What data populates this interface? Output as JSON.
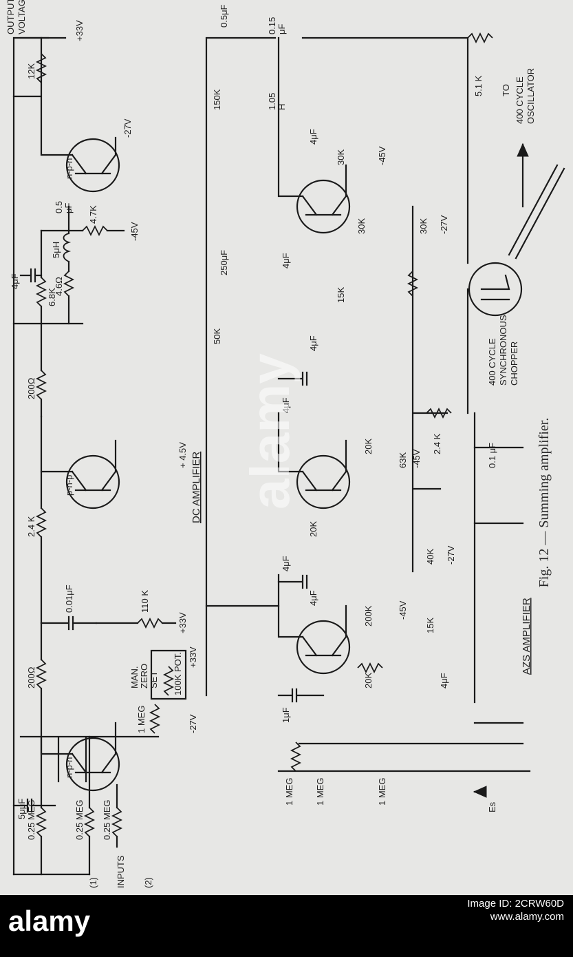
{
  "caption": "Fig. 12 — Summing amplifier.",
  "sections": {
    "dc": "DC AMPLIFIER",
    "azs": "AZS AMPLIFIER"
  },
  "labels": {
    "output": "OUTPUT",
    "voltage": "VOLTAGE",
    "inputs": "INPUTS",
    "in1": "(1)",
    "in2": "(2)",
    "npn": "n-p-n",
    "pnp": "p-n-p",
    "c5uuf": "5μμF",
    "r025a": "0.25 MEG",
    "r025b": "0.25 MEG",
    "r025c": "0.25 MEG",
    "r1a": "1 MEG",
    "r1b": "1 MEG",
    "r1c": "1 MEG",
    "r1d": "1 MEG",
    "man": "MAN.",
    "zero": "ZERO",
    "set": "SET",
    "pot": "100K POT.",
    "m27a": "-27V",
    "p33a": "+33V",
    "r200a": "200Ω",
    "r200b": "200Ω",
    "c001": "0.01μF",
    "r24k": "2.4 K",
    "r110k": "110 K",
    "p33b": "+33V",
    "p45": "+ 4.5V",
    "r46": "4.6Ω",
    "l5uh": "5μH",
    "c05a": "0.5",
    "c05b": "μF",
    "c4top": "4μF",
    "r68k": "6.8K",
    "r47k": "4.7K",
    "m45a": "-45V",
    "m27b": "-27V",
    "r12k": "12K",
    "p33c": "+33V",
    "r50k": "50K",
    "r150k": "150K",
    "c250": "250μF",
    "c05uf": "0.5μF",
    "c015a": "0.15",
    "c015b": "μF",
    "l105a": "1.05",
    "l105b": "H",
    "r51k": "5.1 K",
    "to": "TO",
    "osc1": "400 CYCLE",
    "osc2": "OSCILLATOR",
    "c1uf": "1μF",
    "r20ka": "20K",
    "r200k": "200K",
    "m45b": "-45V",
    "c4a": "4μF",
    "c4b": "4μF",
    "r20kb": "20K",
    "r15ka": "15K",
    "r40k": "40K",
    "m27c": "-27V",
    "c4c": "4μF",
    "r20kc": "20K",
    "r63k": "63K",
    "m45c": "-45V",
    "c4d": "4μF",
    "r24k2": "2.4 K",
    "c4e": "4μF",
    "r15kb": "15K",
    "c4f": "4μF",
    "r30ka": "30K",
    "r30kb": "30K",
    "r30kc": "30K",
    "m45d": "-45V",
    "m27d": "-27V",
    "c4g": "4μF",
    "c01": "0.1 μF",
    "chop1": "400 CYCLE",
    "chop2": "SYNCHRONOUS",
    "chop3": "CHOPPER",
    "es": "Es"
  },
  "watermark": "alamy",
  "stock_bar": {
    "brand": "alamy",
    "line1": "Image ID: 2CRW60D",
    "line2": "www.alamy.com"
  }
}
